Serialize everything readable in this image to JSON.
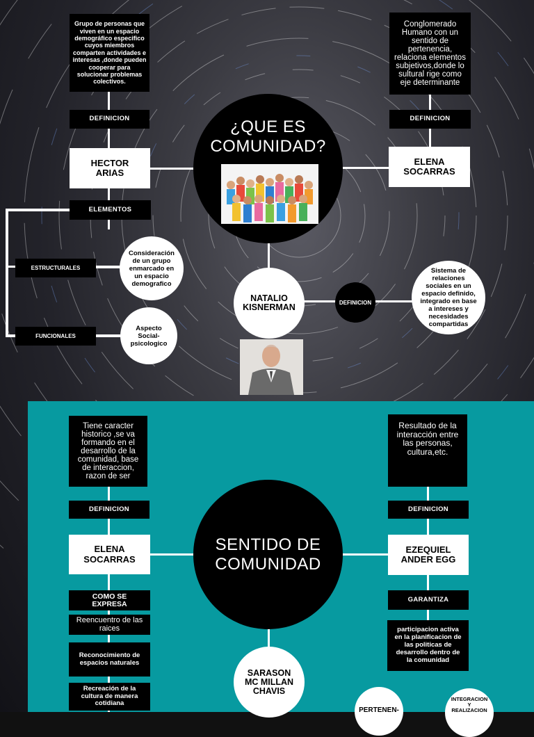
{
  "top": {
    "center_title": "¿QUE ES COMUNIDAD?",
    "left_definition_text": "Grupo de personas que viven en un espacio demográfico especifico cuyos miembros comparten actividades e interesas ,donde pueden cooperar para solucionar problemas colectivos.",
    "left_definition_label": "DEFINICION",
    "left_author": "HECTOR ARIAS",
    "elements_label": "ELEMENTOS",
    "structural_label": "ESTRUCTURALES",
    "structural_text": "Consideración de un grupo enmarcado en un espacio demografico",
    "functional_label": "FUNCIONALES",
    "functional_text": "Aspecto Social-psicologico",
    "right_definition_text": "Conglomerado Humano con un sentido de pertenencia, relaciona elementos subjetivos,donde lo sultural rige como eje determinante",
    "right_definition_label": "DEFINICION",
    "right_author": "ELENA SOCARRAS",
    "bottom_author": "NATALIO KISNERMAN",
    "bottom_definition_label": "DEFINICION",
    "bottom_definition_text": "Sistema de relaciones sociales en un espacio definido, integrado en base a intereses y necesidades compartidas"
  },
  "bottom": {
    "center_title": "SENTIDO DE COMUNIDAD",
    "left_definition_text": "Tiene caracter historico ,se va formando en el desarrollo de la comunidad, base de interaccion, razon de ser",
    "left_definition_label": "DEFINICION",
    "left_author": "ELENA SOCARRAS",
    "expresses_label": "COMO SE EXPRESA",
    "expressions": [
      "Reencuentro de las raices",
      "Reconocimiento de espacios naturales",
      "Recreación de la cultura de manera cotidiana"
    ],
    "right_definition_text": "Resultado de la interacción entre las personas, cultura,etc.",
    "right_definition_label": "DEFINICION",
    "right_author": "EZEQUIEL ANDER EGG",
    "guarantees_label": "GARANTIZA",
    "guarantees_text": "participacion activa en la planificacion de las politicas de desarrollo dentro de la comunidad",
    "bottom_author": "SARASON MC MILLAN CHAVIS",
    "circle_partial_left": "PERTENEN-",
    "circle_partial_right": "INTEGRACION Y REALIZACION"
  },
  "colors": {
    "teal": "#079aa0",
    "black": "#000000",
    "white": "#ffffff"
  }
}
